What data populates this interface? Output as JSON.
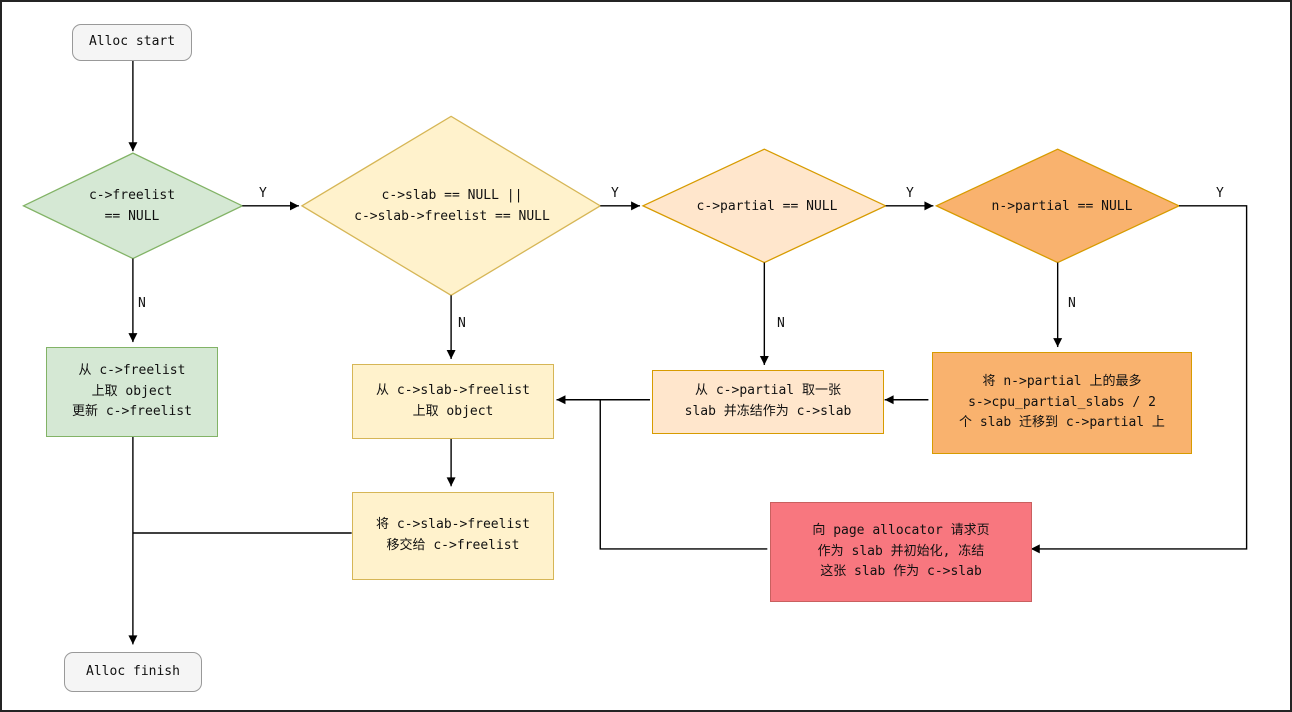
{
  "nodes": {
    "alloc_start": {
      "label": "Alloc start"
    },
    "check_freelist": {
      "label": "c->freelist\n== NULL"
    },
    "check_slab": {
      "label": "c->slab == NULL ||\nc->slab->freelist == NULL"
    },
    "check_c_partial": {
      "label": "c->partial == NULL"
    },
    "check_n_partial": {
      "label": "n->partial == NULL"
    },
    "take_from_freelist": {
      "label": "从 c->freelist\n上取 object\n更新 c->freelist"
    },
    "take_from_slab_freelist": {
      "label": "从 c->slab->freelist\n上取 object"
    },
    "take_from_c_partial": {
      "label": "从 c->partial 取一张\nslab 并冻结作为 c->slab"
    },
    "migrate_n_partial": {
      "label": "将 n->partial 上的最多\ns->cpu_partial_slabs / 2\n个 slab 迁移到 c->partial 上"
    },
    "handover_freelist": {
      "label": "将 c->slab->freelist\n移交给 c->freelist"
    },
    "page_allocator": {
      "label": "向 page allocator 请求页\n作为 slab 并初始化, 冻结\n这张 slab 作为 c->slab"
    },
    "alloc_finish": {
      "label": "Alloc finish"
    }
  },
  "edge_labels": {
    "freelist_yes": "Y",
    "freelist_no": "N",
    "slab_yes": "Y",
    "slab_no": "N",
    "c_partial_yes": "Y",
    "c_partial_no": "N",
    "n_partial_yes": "Y",
    "n_partial_no": "N"
  },
  "colors": {
    "green_fill": "#d5e8d4",
    "green_stroke": "#82b366",
    "yellow_fill": "#fff2cc",
    "yellow_stroke": "#d6b656",
    "peach_fill": "#ffe6cc",
    "peach_stroke": "#d79b00",
    "orange_fill": "#f9b26e",
    "orange_stroke": "#d79b00",
    "red_fill": "#f8777f",
    "red_stroke": "#c9605f",
    "terminal_fill": "#f5f5f5",
    "terminal_stroke": "#999999",
    "edge": "#000000"
  }
}
